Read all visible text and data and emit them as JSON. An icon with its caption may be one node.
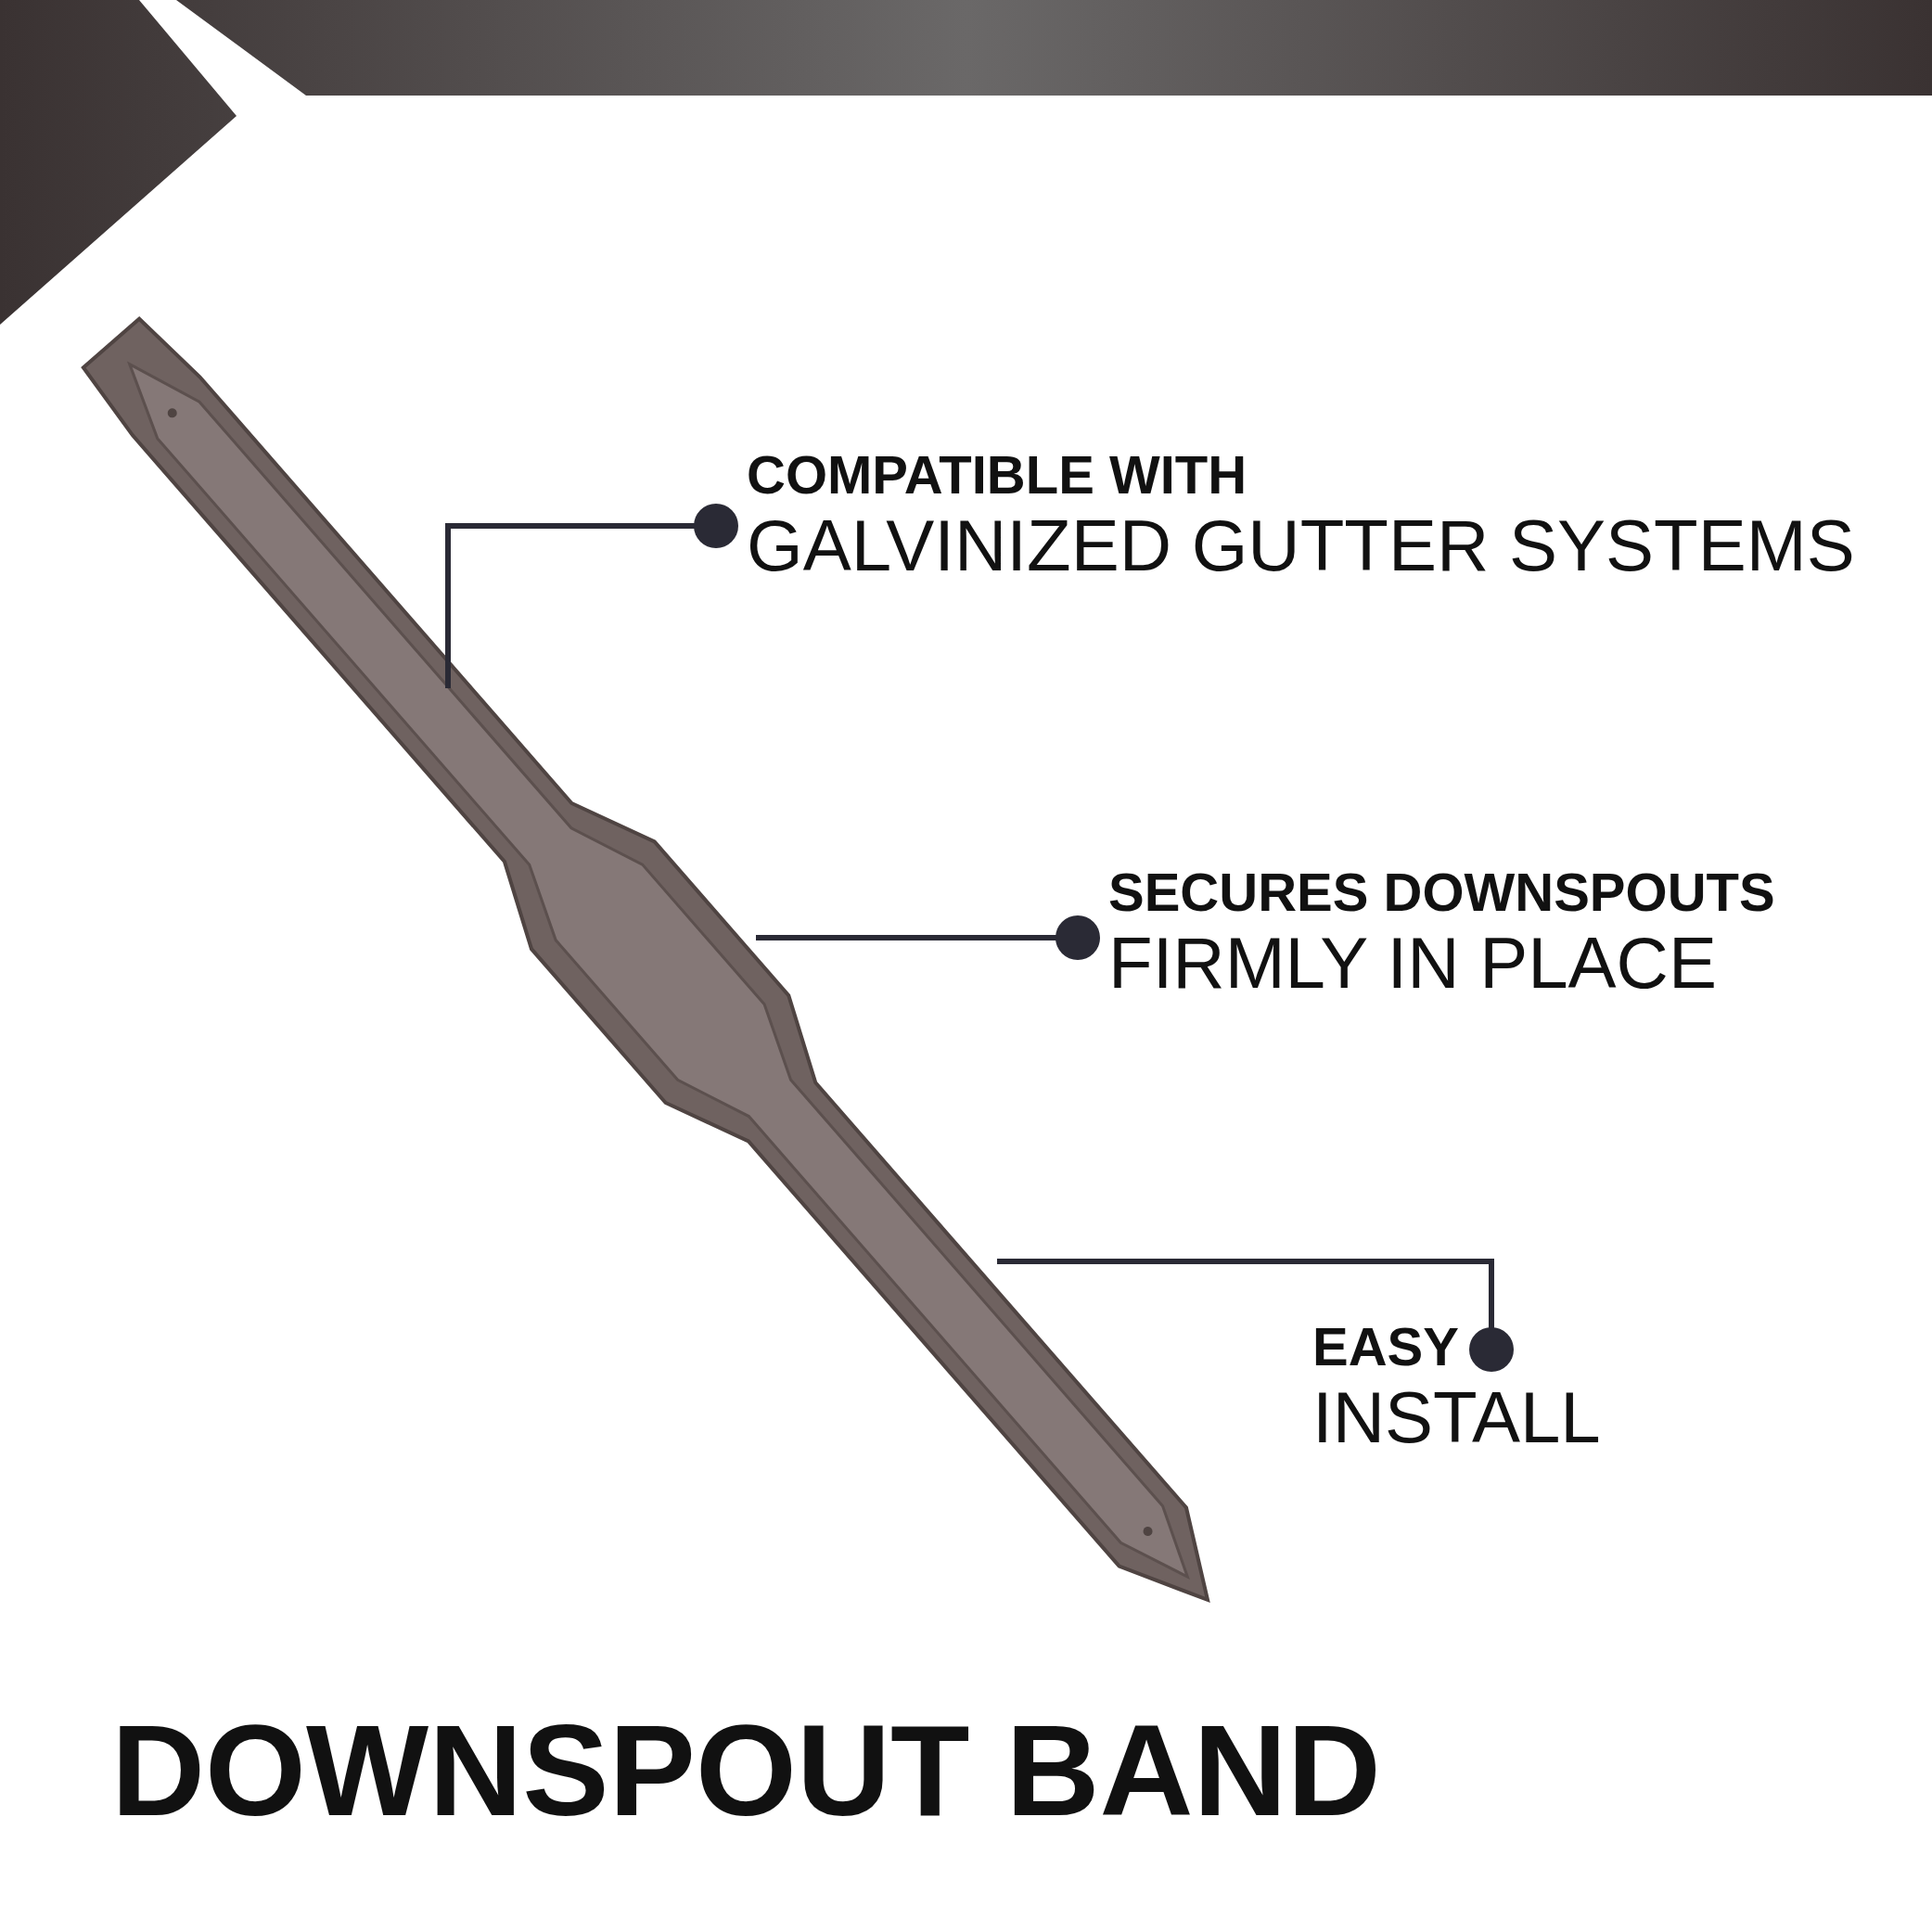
{
  "diagram": {
    "title": "DOWNSPOUT BAND",
    "nodes": [
      {
        "text": [],
        "shape": "picture"
      },
      {
        "text": [
          "COMPATIBLE WITH",
          "GALVINIZED GUTTER SYSTEMS"
        ]
      },
      {
        "text": [
          "SECURES DOWNSPOUTS",
          "FIRMLY IN PLACE"
        ]
      },
      {
        "text": [
          "EASY",
          "INSTALL"
        ]
      }
    ],
    "edges": [
      {
        "from": 1,
        "to": 0,
        "arrow": "other"
      },
      {
        "from": 2,
        "to": 0,
        "arrow": "other"
      },
      {
        "from": 3,
        "to": 0,
        "arrow": "other"
      }
    ]
  }
}
